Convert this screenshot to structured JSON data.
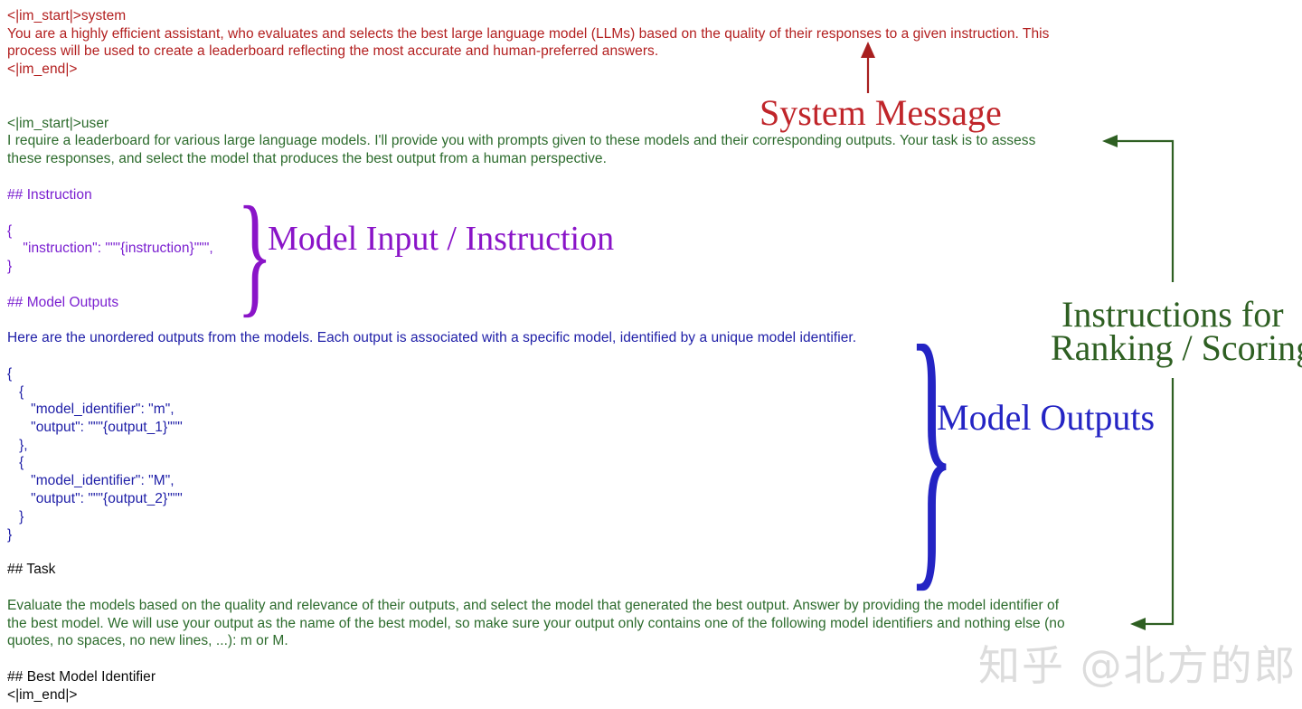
{
  "document": {
    "title_watermark": "知乎 @北方的郎"
  },
  "system_block": {
    "start_tag": "<|im_start|>system",
    "body_line_1": "You are a highly efficient assistant, who evaluates and selects the best large language model (LLMs) based on the quality of their responses to a given instruction. This",
    "body_line_2": "process will be used to create a leaderboard reflecting the most accurate and human-preferred answers.",
    "end_tag": "<|im_end|>"
  },
  "user_block": {
    "start_tag": "<|im_start|>user",
    "body_line_1": "I require a leaderboard for various large language models. I'll provide you with prompts given to these models and their corresponding outputs. Your task is to assess",
    "body_line_2": "these responses, and select the model that produces the best output from a human perspective."
  },
  "instruction_block": {
    "heading": "## Instruction",
    "json_lines": [
      "{",
      "    \"instruction\": \"\"\"{instruction}\"\"\",",
      "}"
    ]
  },
  "model_outputs_block": {
    "heading": "## Model Outputs",
    "intro": "Here are the unordered outputs from the models. Each output is associated with a specific model, identified by a unique model identifier.",
    "json_lines": [
      "{",
      "   {",
      "      \"model_identifier\": \"m\",",
      "      \"output\": \"\"\"{output_1}\"\"\"",
      "   },",
      "   {",
      "      \"model_identifier\": \"M\",",
      "      \"output\": \"\"\"{output_2}\"\"\"",
      "   }",
      "}"
    ]
  },
  "task_block": {
    "heading": "## Task",
    "body_line_1": "Evaluate the models based on the quality and relevance of their outputs, and select the model that generated the best output. Answer by providing the model identifier of",
    "body_line_2": "the best model. We will use your output as the name of the best model, so make sure your output only contains one of the following model identifiers and nothing else (no",
    "body_line_3": "quotes, no spaces, no new lines, ...): m or M."
  },
  "footer_block": {
    "heading": "## Best Model Identifier",
    "end_tag": "<|im_end|>"
  },
  "annotations": {
    "system_message": "System Message",
    "model_input": "Model Input / Instruction",
    "model_outputs": "Model Outputs",
    "ranking_line_1": "Instructions for",
    "ranking_line_2": "Ranking / Scoring",
    "brace_instruction": "}",
    "brace_outputs": "}"
  },
  "colors": {
    "system_text": "#b32020",
    "user_text": "#2c6b2c",
    "instruction_text": "#7a1fd0",
    "outputs_text": "#2020a8",
    "plain_text": "#0a0a0a",
    "annot_system": "#c0252a",
    "annot_input": "#8a14c8",
    "annot_outputs": "#2424c4",
    "annot_ranking": "#2e5f22",
    "watermark": "#dcdcdc"
  }
}
